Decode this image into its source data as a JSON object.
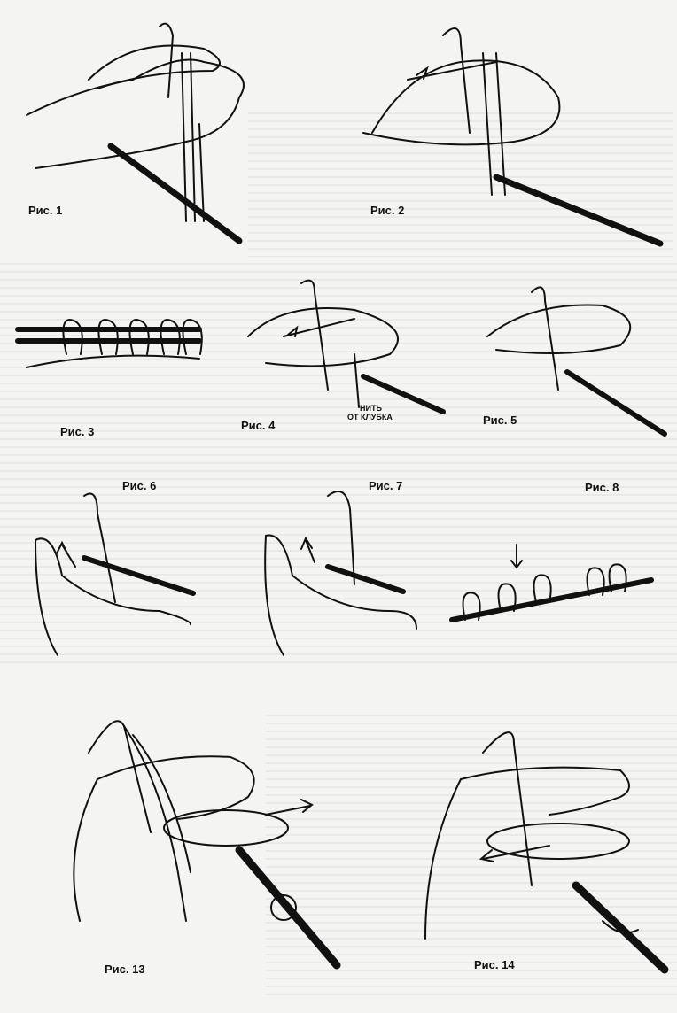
{
  "figures": [
    {
      "label": "Рис. 1"
    },
    {
      "label": "Рис. 2"
    },
    {
      "label": "Рис. 3"
    },
    {
      "label": "Рис. 4",
      "annotation": [
        "НИТЬ",
        "ОТ КЛУБКА"
      ]
    },
    {
      "label": "Рис. 5"
    },
    {
      "label": "Рис. 6"
    },
    {
      "label": "Рис. 7"
    },
    {
      "label": "Рис. 8"
    },
    {
      "label": "Рис. 13"
    },
    {
      "label": "Рис. 14"
    }
  ],
  "colors": {
    "ink": "#111111",
    "paper": "#f4f4f2"
  }
}
